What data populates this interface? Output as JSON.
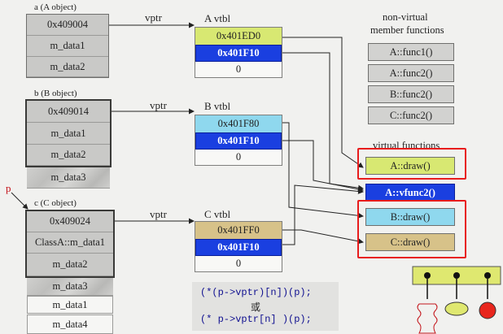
{
  "objects": {
    "a": {
      "label": "a (A object)",
      "cells": [
        "0x409004",
        "m_data1",
        "m_data2"
      ]
    },
    "b": {
      "label": "b (B object)",
      "cells": [
        "0x409014",
        "m_data1",
        "m_data2",
        "m_data3"
      ]
    },
    "c": {
      "label": "c (C object)",
      "cells": [
        "0x409024",
        "ClassA::m_data1",
        "m_data2",
        "m_data3",
        "m_data1",
        "m_data4"
      ]
    }
  },
  "pointer_label": "p",
  "vptr_label": "vptr",
  "vtables": {
    "a": {
      "title": "A vtbl",
      "entries": [
        "0x401ED0",
        "0x401F10",
        "0"
      ],
      "color": "#d8e872"
    },
    "b": {
      "title": "B vtbl",
      "entries": [
        "0x401F80",
        "0x401F10",
        "0"
      ],
      "color": "#8fd8ee"
    },
    "c": {
      "title": "C vtbl",
      "entries": [
        "0x401FF0",
        "0x401F10",
        "0"
      ],
      "color": "#d7c289"
    }
  },
  "nonvirtual": {
    "title_line1": "non-virtual",
    "title_line2": "member functions",
    "items": [
      "A::func1()",
      "A::func2()",
      "B::func2()",
      "C::func2()"
    ]
  },
  "virtual": {
    "title": "virtual functions",
    "items": [
      "A::draw()",
      "A::vfunc2()",
      "B::draw()",
      "C::draw()"
    ]
  },
  "code": {
    "line1": "(*(p->vptr)[n])(p);",
    "or": "或",
    "line2": "(* p->vptr[n] )(p);"
  },
  "colors": {
    "a_draw": "#d8e872",
    "a_vfunc2": "#1a3fe0",
    "b_draw": "#8fd8ee",
    "c_draw": "#d7c289",
    "highlight": "#e81c1c"
  }
}
